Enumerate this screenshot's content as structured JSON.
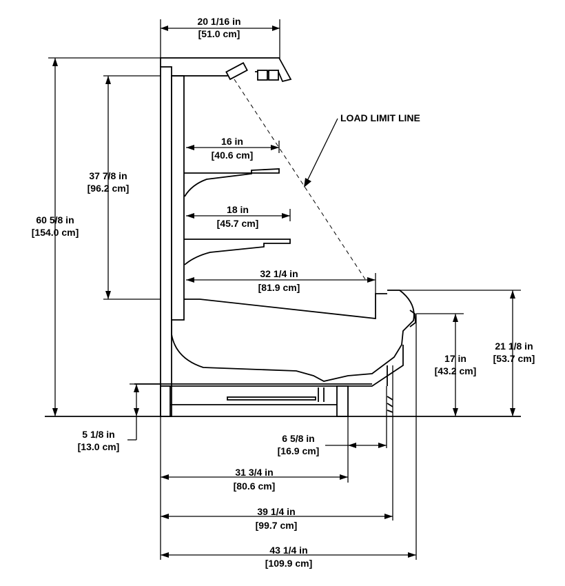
{
  "dimensions": {
    "top_depth": {
      "in": "20 1/16 in",
      "cm": "[51.0 cm]"
    },
    "overall_height": {
      "in": "60 5/8 in",
      "cm": "[154.0 cm]"
    },
    "shelf_span_height": {
      "in": "37 7/8 in",
      "cm": "[96.2 cm]"
    },
    "upper_shelf_depth": {
      "in": "16 in",
      "cm": "[40.6 cm]"
    },
    "lower_shelf_depth": {
      "in": "18 in",
      "cm": "[45.7 cm]"
    },
    "deck_depth": {
      "in": "32 1/4 in",
      "cm": "[81.9 cm]"
    },
    "front_height": {
      "in": "21 1/8 in",
      "cm": "[53.7 cm]"
    },
    "bumper_height": {
      "in": "17 in",
      "cm": "[43.2 cm]"
    },
    "base_height": {
      "in": "5 1/8 in",
      "cm": "[13.0 cm]"
    },
    "base_offset": {
      "in": "6 5/8 in",
      "cm": "[16.9 cm]"
    },
    "base_depth": {
      "in": "31 3/4 in",
      "cm": "[80.6 cm]"
    },
    "overall_depth_no_bumper": {
      "in": "39 1/4 in",
      "cm": "[99.7 cm]"
    },
    "overall_depth": {
      "in": "43 1/4 in",
      "cm": "[109.9 cm]"
    }
  },
  "annotations": {
    "load_limit_line": "LOAD LIMIT LINE"
  }
}
